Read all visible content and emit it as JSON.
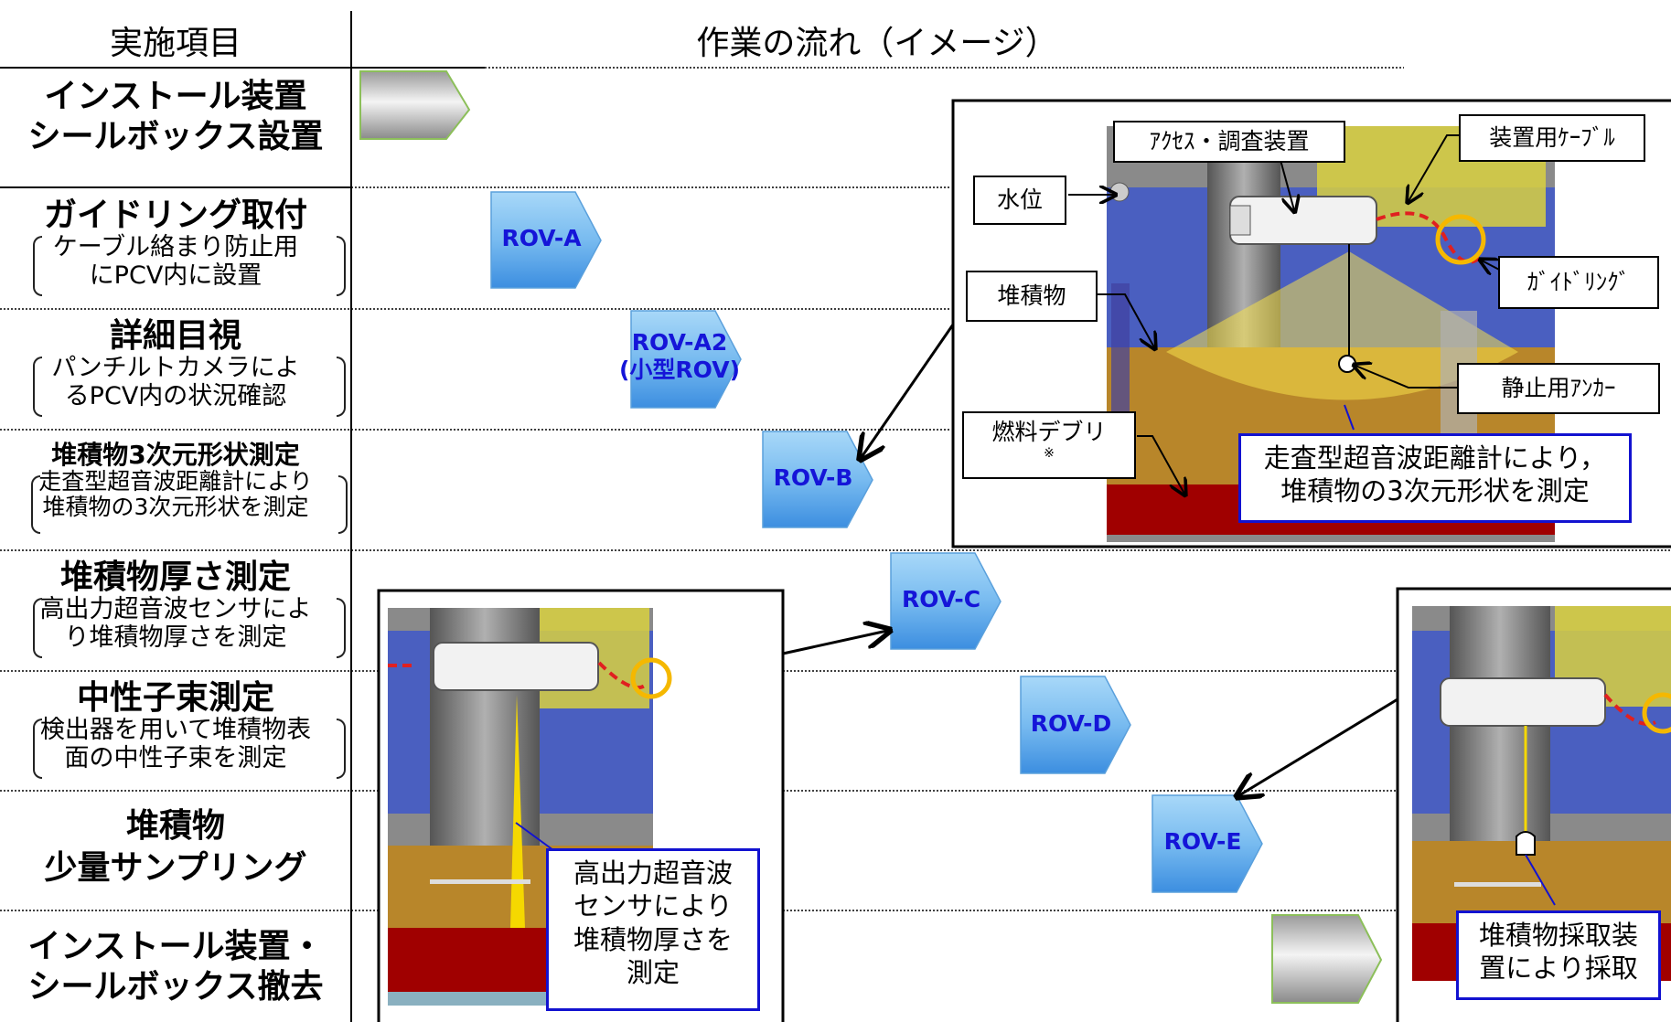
{
  "header": {
    "left_title": "実施項目",
    "right_title": "作業の流れ（イメージ）"
  },
  "rows": [
    {
      "main": "インストール装置",
      "main2": "シールボックス設置"
    },
    {
      "main": "ガイドリング取付",
      "sub": "ケーブル絡まり防止用",
      "sub2": "にPCV内に設置"
    },
    {
      "main": "詳細目視",
      "sub": "パンチルトカメラによ",
      "sub2": "るPCV内の状況確認"
    },
    {
      "main": "堆積物3次元形状測定",
      "sub": "走査型超音波距離計により",
      "sub2": "堆積物の3次元形状を測定"
    },
    {
      "main": "堆積物厚さ測定",
      "sub": "高出力超音波センサによ",
      "sub2": "り堆積物厚さを測定"
    },
    {
      "main": "中性子束測定",
      "sub": "検出器を用いて堆積物表",
      "sub2": "面の中性子束を測定"
    },
    {
      "main": "堆積物",
      "main2": "少量サンプリング"
    },
    {
      "main": "インストール装置・",
      "main2": "シールボックス撤去"
    }
  ],
  "rovs": [
    {
      "label": "ROV-A"
    },
    {
      "label": "ROV-A2",
      "label2": "(小型ROV)"
    },
    {
      "label": "ROV-B"
    },
    {
      "label": "ROV-C"
    },
    {
      "label": "ROV-D"
    },
    {
      "label": "ROV-E"
    }
  ],
  "figure1": {
    "access_device": "ｱｸｾｽ・調査装置",
    "cable": "装置用ｹｰﾌﾞﾙ",
    "water_level": "水位",
    "guide_ring": "ｶﾞｲﾄﾞﾘﾝｸﾞ",
    "deposit": "堆積物",
    "anchor": "静止用ｱﾝｶｰ",
    "debris": "燃料デブリ",
    "debris_note": "※",
    "callout_line1": "走査型超音波距離計により，",
    "callout_line2": "堆積物の3次元形状を測定"
  },
  "figure2": {
    "callout_line1": "高出力超音波",
    "callout_line2": "センサにより",
    "callout_line3": "堆積物厚さを",
    "callout_line4": "測定"
  },
  "figure3": {
    "callout_line1": "堆積物採取装",
    "callout_line2": "置により採取"
  },
  "colors": {
    "rov_text": "#1515d8",
    "callout_border": "#1212d0",
    "cable_red": "#e02020",
    "guide_ring": "#f5b800",
    "debris_red": "#a00000",
    "deposit_brown": "#b8862a",
    "water_blue": "#4a5fc0"
  }
}
